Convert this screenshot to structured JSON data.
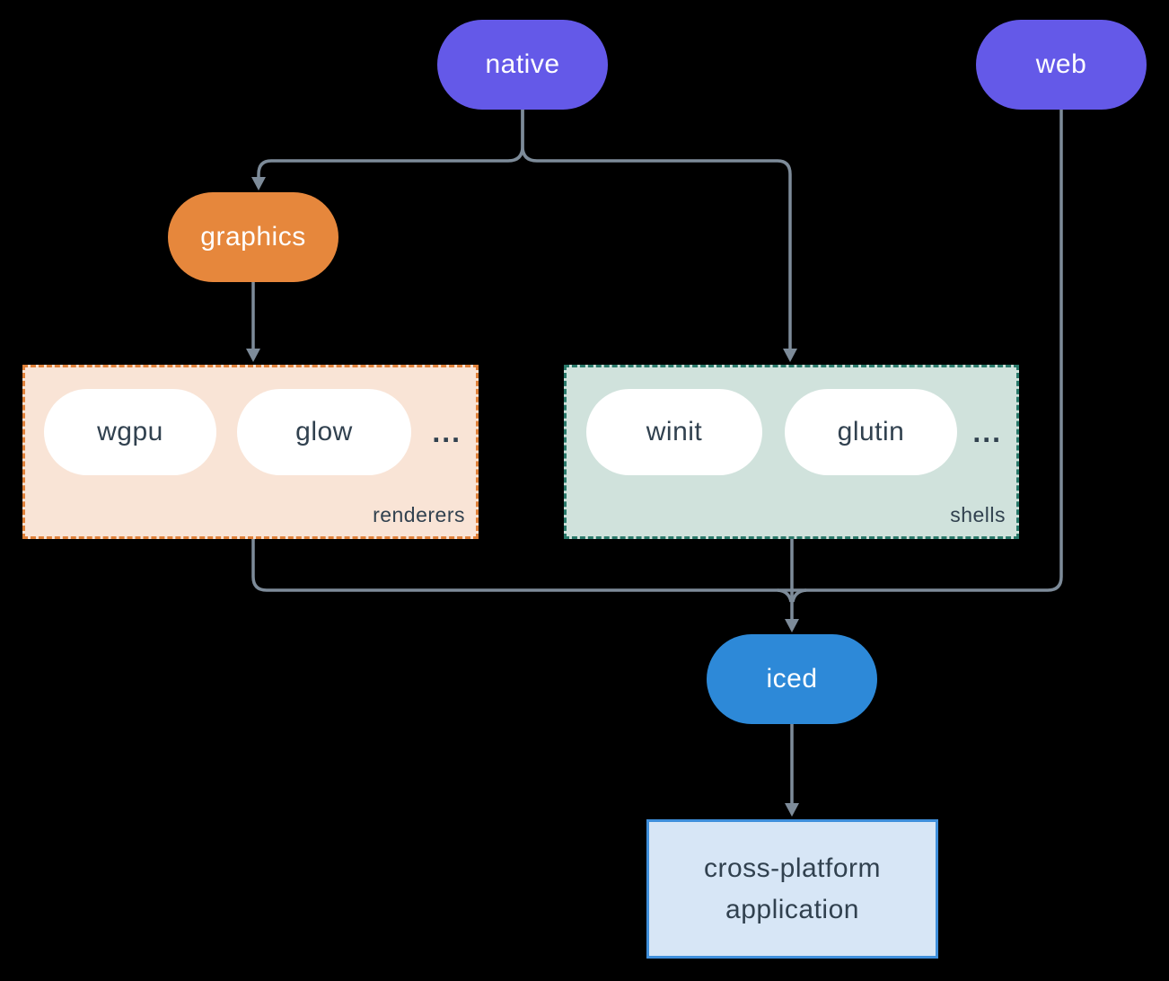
{
  "diagram": {
    "background_color": "#000000",
    "connector_color": "#7d8b99",
    "nodes": {
      "native": {
        "label": "native",
        "fill": "#6459e8",
        "text_color": "#ffffff"
      },
      "web": {
        "label": "web",
        "fill": "#6459e8",
        "text_color": "#ffffff"
      },
      "graphics": {
        "label": "graphics",
        "fill": "#e6873c",
        "text_color": "#ffffff"
      },
      "iced": {
        "label": "iced",
        "fill": "#2d89d8",
        "text_color": "#ffffff"
      },
      "app": {
        "label_line1": "cross-platform",
        "label_line2": "application",
        "fill": "#d7e6f6",
        "border_color": "#3f8fdb",
        "text_color": "#31414f"
      }
    },
    "groups": {
      "renderers": {
        "label": "renderers",
        "fill": "#f9e4d6",
        "border_color": "#e0813a",
        "items": [
          "wgpu",
          "glow"
        ],
        "ellipsis": "...",
        "text_color": "#31414f"
      },
      "shells": {
        "label": "shells",
        "fill": "#d0e2dc",
        "border_color": "#2a7a6b",
        "items": [
          "winit",
          "glutin"
        ],
        "ellipsis": "...",
        "text_color": "#31414f"
      }
    },
    "edges": [
      {
        "from": "native",
        "to": "graphics"
      },
      {
        "from": "native",
        "to": "shells"
      },
      {
        "from": "graphics",
        "to": "renderers"
      },
      {
        "from": "renderers",
        "to": "iced"
      },
      {
        "from": "shells",
        "to": "iced"
      },
      {
        "from": "web",
        "to": "iced"
      },
      {
        "from": "iced",
        "to": "app"
      }
    ]
  }
}
